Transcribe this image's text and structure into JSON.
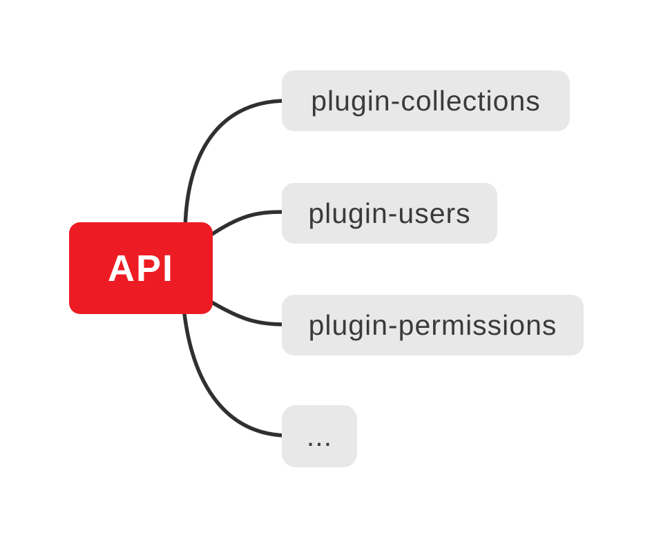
{
  "diagram": {
    "type": "mindmap",
    "root": {
      "label": "API"
    },
    "children": [
      {
        "label": "plugin-collections"
      },
      {
        "label": "plugin-users"
      },
      {
        "label": "plugin-permissions"
      },
      {
        "label": "..."
      }
    ],
    "colors": {
      "background": "#FFFFFF",
      "root_bg": "#ED1C24",
      "root_text": "#FFFFFF",
      "node_bg": "#E8E8E8",
      "node_text": "#3A3A3A",
      "connector": "#303030"
    }
  }
}
